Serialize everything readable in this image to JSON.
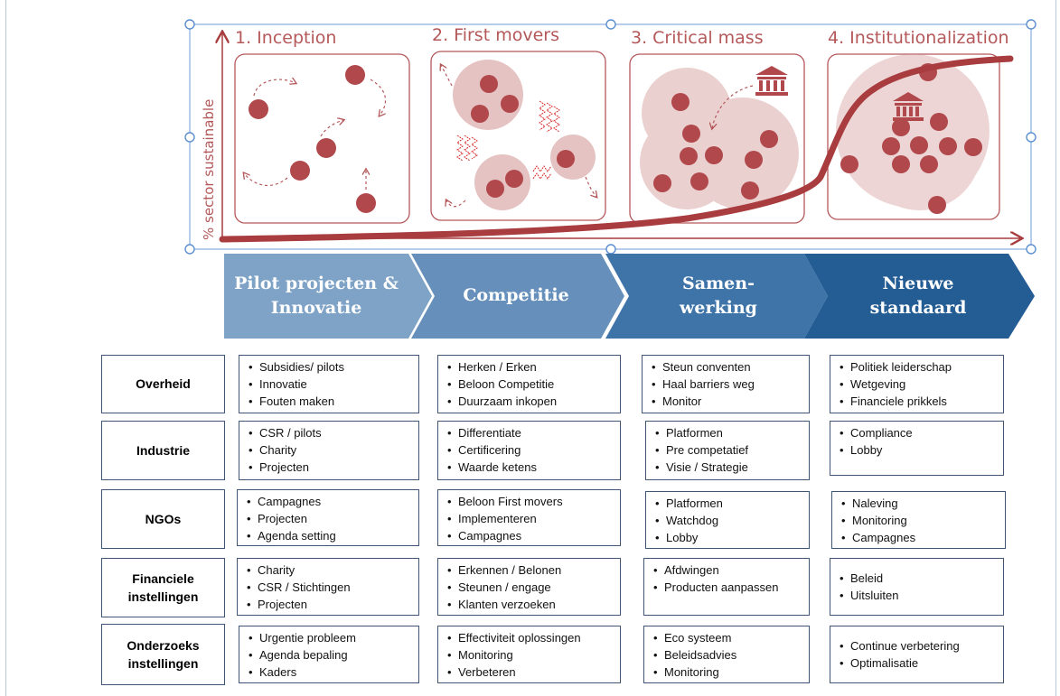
{
  "phases": [
    {
      "title": "1. Inception"
    },
    {
      "title": "2. First movers"
    },
    {
      "title": "3. Critical mass"
    },
    {
      "title": "4. Institutionalization"
    }
  ],
  "y_axis_label": "% sector sustainable",
  "chevrons": [
    {
      "lines": [
        "Pilot projecten &",
        "Innovatie"
      ],
      "color": "#7fa3c6"
    },
    {
      "lines": [
        "Competitie",
        ""
      ],
      "color": "#6690bb"
    },
    {
      "lines": [
        "Samen-",
        "werking"
      ],
      "color": "#3f74a8"
    },
    {
      "lines": [
        "Nieuwe",
        "standaard"
      ],
      "color": "#245c94"
    }
  ],
  "accent_color": "#a83c3e",
  "rows": [
    {
      "actor": "Overheid",
      "cells": [
        [
          "Subsidies/ pilots",
          "Innovatie",
          "Fouten maken"
        ],
        [
          "Herken / Erken",
          "Beloon Competitie",
          "Duurzaam inkopen"
        ],
        [
          "Steun conventen",
          "Haal barriers weg",
          "Monitor"
        ],
        [
          "Politiek leiderschap",
          "Wetgeving",
          "Financiele prikkels"
        ]
      ]
    },
    {
      "actor": "Industrie",
      "cells": [
        [
          "CSR / pilots",
          "Charity",
          "Projecten"
        ],
        [
          "Differentiate",
          "Certificering",
          "Waarde ketens"
        ],
        [
          "Platformen",
          "Pre competatief",
          "Visie / Strategie"
        ],
        [
          "Compliance",
          "Lobby"
        ]
      ]
    },
    {
      "actor": "NGOs",
      "cells": [
        [
          "Campagnes",
          "Projecten",
          "Agenda setting"
        ],
        [
          "Beloon First movers",
          "Implementeren",
          "Campagnes"
        ],
        [
          "Platformen",
          "Watchdog",
          "Lobby"
        ],
        [
          "Naleving",
          "Monitoring",
          "Campagnes"
        ]
      ]
    },
    {
      "actor": "Financiele instellingen",
      "cells": [
        [
          "Charity",
          "CSR / Stichtingen",
          "Projecten"
        ],
        [
          "Erkennen / Belonen",
          "Steunen / engage",
          "Klanten verzoeken"
        ],
        [
          "Afdwingen",
          "Producten aanpassen"
        ],
        [
          "Beleid",
          "Uitsluiten"
        ]
      ]
    },
    {
      "actor": "Onderzoeks instellingen",
      "cells": [
        [
          "Urgentie probleem",
          "Agenda bepaling",
          "Kaders"
        ],
        [
          "Effectiviteit oplossingen",
          "Monitoring",
          "Verbeteren"
        ],
        [
          "Eco systeem",
          "Beleidsadvies",
          "Monitoring"
        ],
        [
          "Continue verbetering",
          "Optimalisatie"
        ]
      ]
    }
  ]
}
